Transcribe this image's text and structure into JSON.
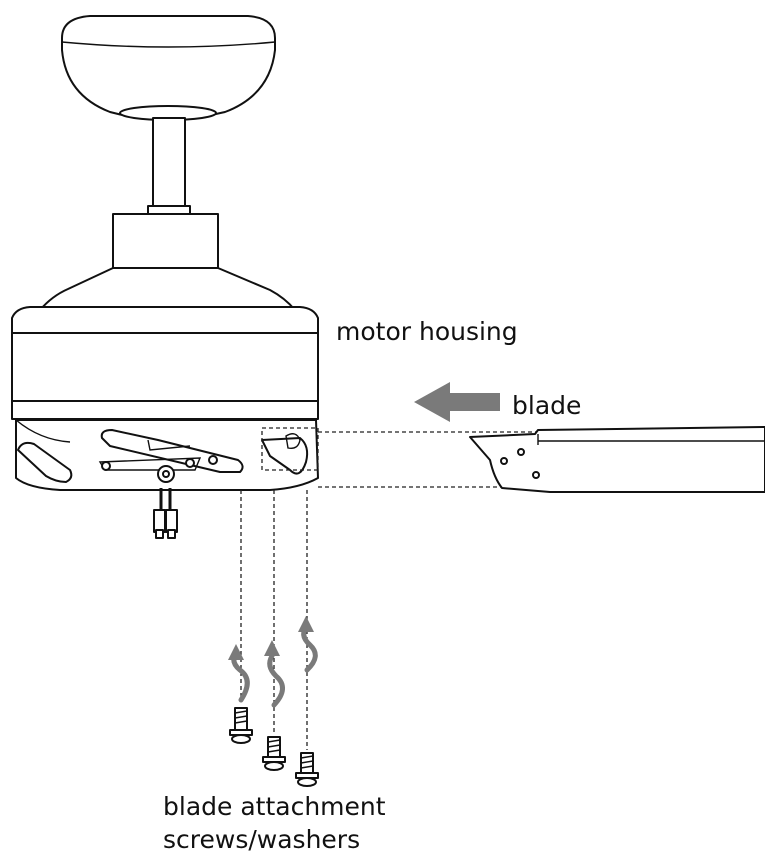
{
  "labels": {
    "motor_housing": "motor housing",
    "blade": "blade",
    "screws_line1": "blade attachment",
    "screws_line2": "screws/washers"
  },
  "colors": {
    "line": "#111111",
    "arrow": "#7a7a7a",
    "background": "#ffffff"
  }
}
